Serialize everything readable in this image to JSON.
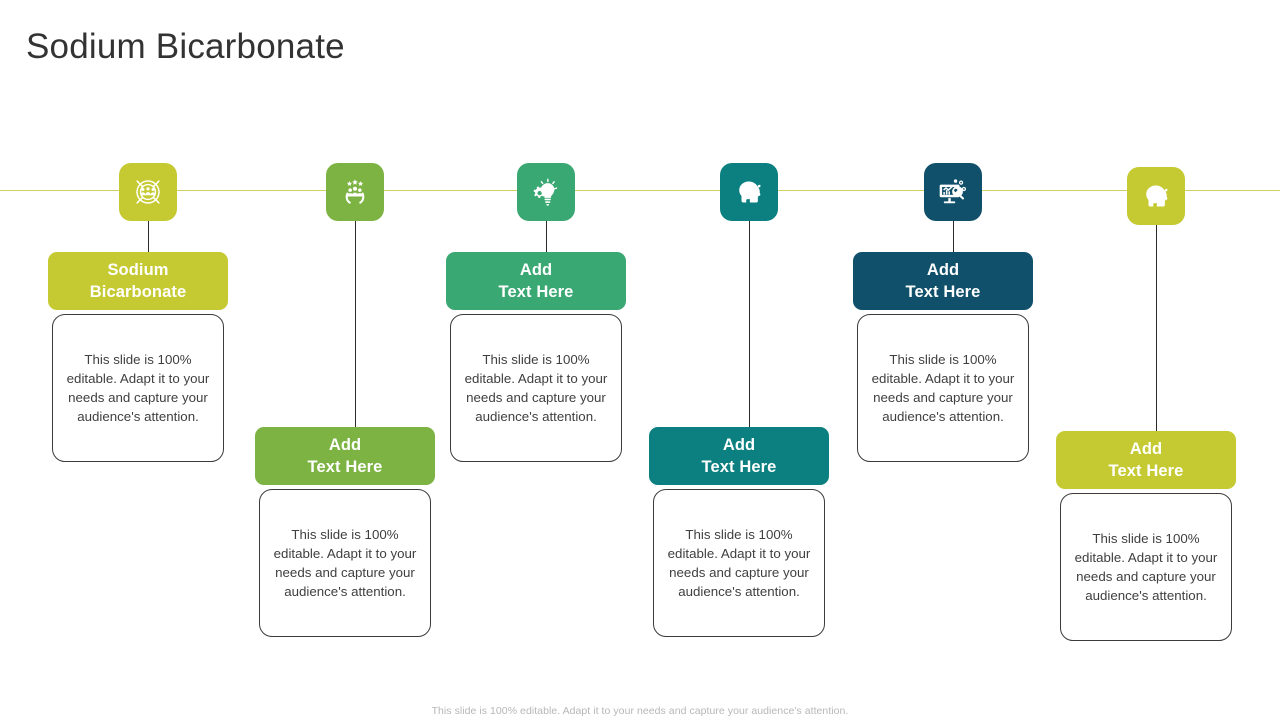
{
  "slide": {
    "title": "Sodium Bicarbonate",
    "footer": "This slide is 100% editable. Adapt it to your needs and capture your audience's attention.",
    "axis_color": "#c9c846",
    "connector_color": "#2b2b2b",
    "body_text_color": "#3f3f3f"
  },
  "columns": [
    {
      "icon": "target-people-icon",
      "color": "#c5ca32",
      "label_line1": "Sodium",
      "label_line2": "Bicarbonate",
      "description": "This slide is 100% editable. Adapt it to your needs and capture your audience's attention.",
      "position": "top"
    },
    {
      "icon": "hands-team-stars-icon",
      "color": "#7cb342",
      "label_line1": "Add",
      "label_line2": "Text Here",
      "description": "This slide is 100% editable. Adapt it to your needs and capture your audience's attention.",
      "position": "bottom"
    },
    {
      "icon": "lightbulb-gear-icon",
      "color": "#3aa873",
      "label_line1": "Add",
      "label_line2": "Text Here",
      "description": "This slide is 100% editable. Adapt it to your needs and capture your audience's attention.",
      "position": "top"
    },
    {
      "icon": "head-target-arrow-icon",
      "color": "#0c8080",
      "label_line1": "Add",
      "label_line2": "Text Here",
      "description": "This slide is 100% editable. Adapt it to your needs and capture your audience's attention.",
      "position": "bottom"
    },
    {
      "icon": "monitor-chart-search-icon",
      "color": "#10506b",
      "label_line1": "Add",
      "label_line2": "Text Here",
      "description": "This slide is 100% editable. Adapt it to your needs and capture your audience's attention.",
      "position": "top"
    },
    {
      "icon": "head-target-arrow-icon",
      "color": "#c5ca32",
      "label_line1": "Add",
      "label_line2": "Text Here",
      "description": "This slide is 100% editable. Adapt it to your needs and capture your audience's attention.",
      "position": "bottom"
    }
  ]
}
